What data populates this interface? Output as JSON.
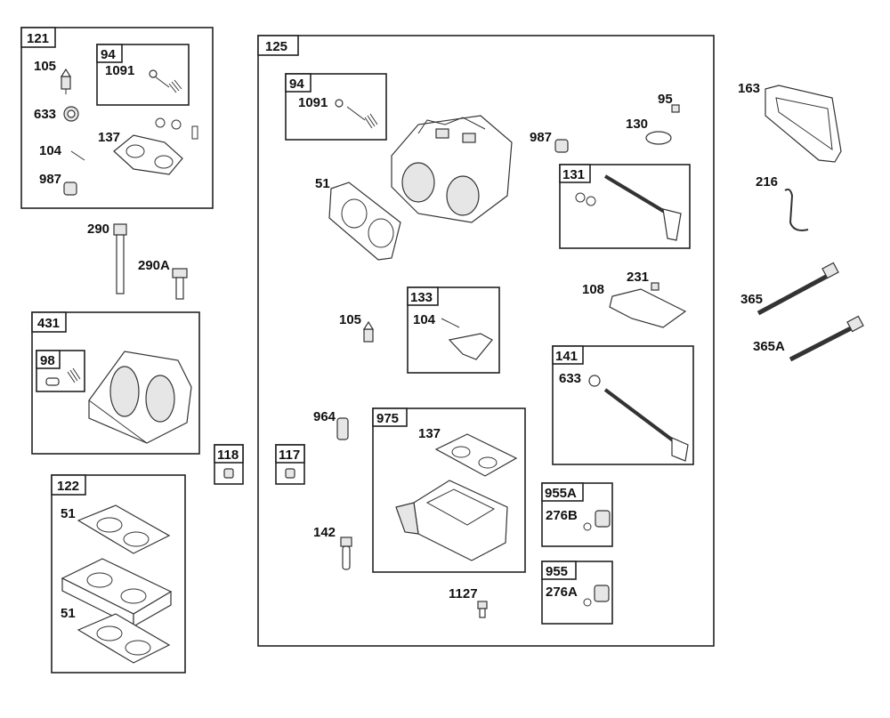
{
  "kits": {
    "k121": "121",
    "k94a": "94",
    "k125": "125",
    "k94b": "94",
    "k131": "131",
    "k133": "133",
    "k141": "141",
    "k431": "431",
    "k98": "98",
    "k118": "118",
    "k117": "117",
    "k975": "975",
    "k955a": "955A",
    "k955": "955",
    "k122": "122"
  },
  "labels": {
    "l105a": "105",
    "l1091a": "1091",
    "l633a": "633",
    "l137a": "137",
    "l104a": "104",
    "l987a": "987",
    "l290": "290",
    "l290a": "290A",
    "l1091b": "1091",
    "l95": "95",
    "l130": "130",
    "l987b": "987",
    "l51a": "51",
    "l105b": "105",
    "l104b": "104",
    "l231": "231",
    "l108": "108",
    "l633b": "633",
    "l964": "964",
    "l137b": "137",
    "l142": "142",
    "l1127": "1127",
    "l276b": "276B",
    "l276a": "276A",
    "l163": "163",
    "l216": "216",
    "l365": "365",
    "l365a": "365A",
    "l51b": "51",
    "l51c": "51"
  }
}
